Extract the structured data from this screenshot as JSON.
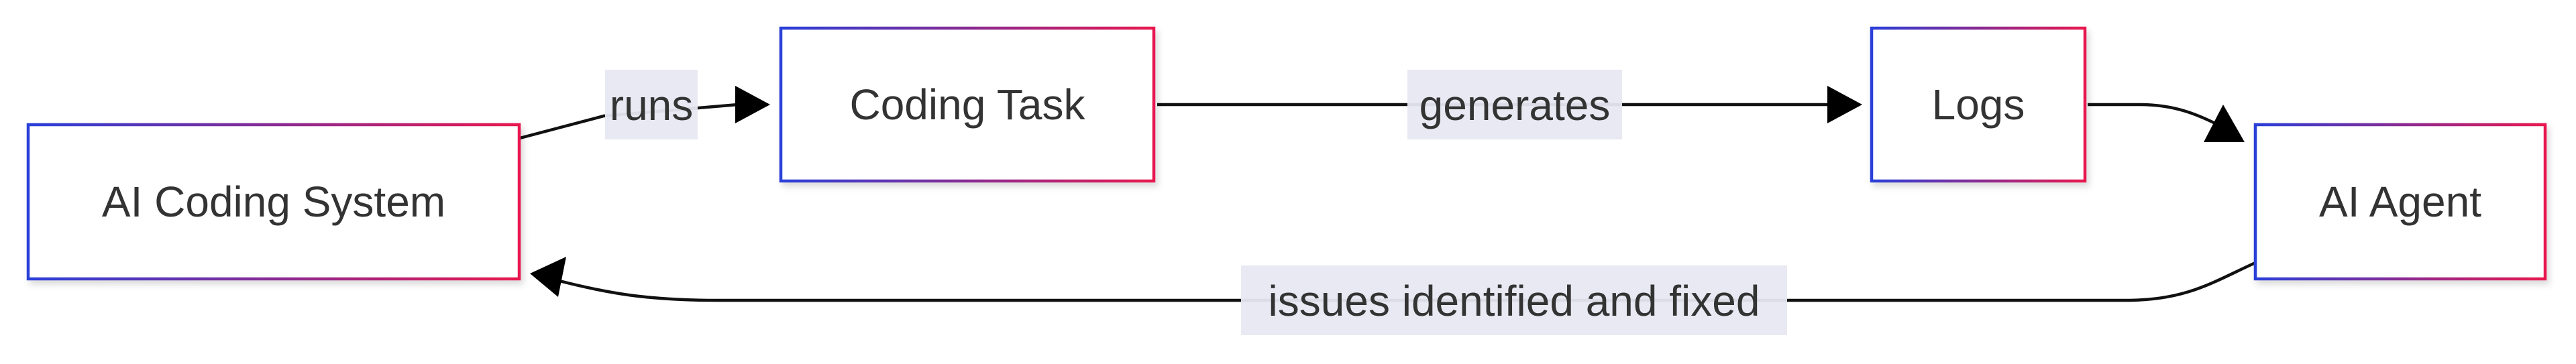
{
  "diagram": {
    "nodes": {
      "ai_coding_system": "AI Coding System",
      "coding_task": "Coding Task",
      "logs": "Logs",
      "ai_agent": "AI Agent"
    },
    "edges": {
      "runs": "runs",
      "generates": "generates",
      "issues_fixed": "issues identified and fixed"
    }
  },
  "colors": {
    "node_fill": "#ffffff",
    "node_border_gradient_start": "#2a3fd9",
    "node_border_gradient_end": "#e8194f",
    "edge_label_background": "#e8e8f2",
    "edge_stroke": "#111111",
    "text": "#333333"
  }
}
